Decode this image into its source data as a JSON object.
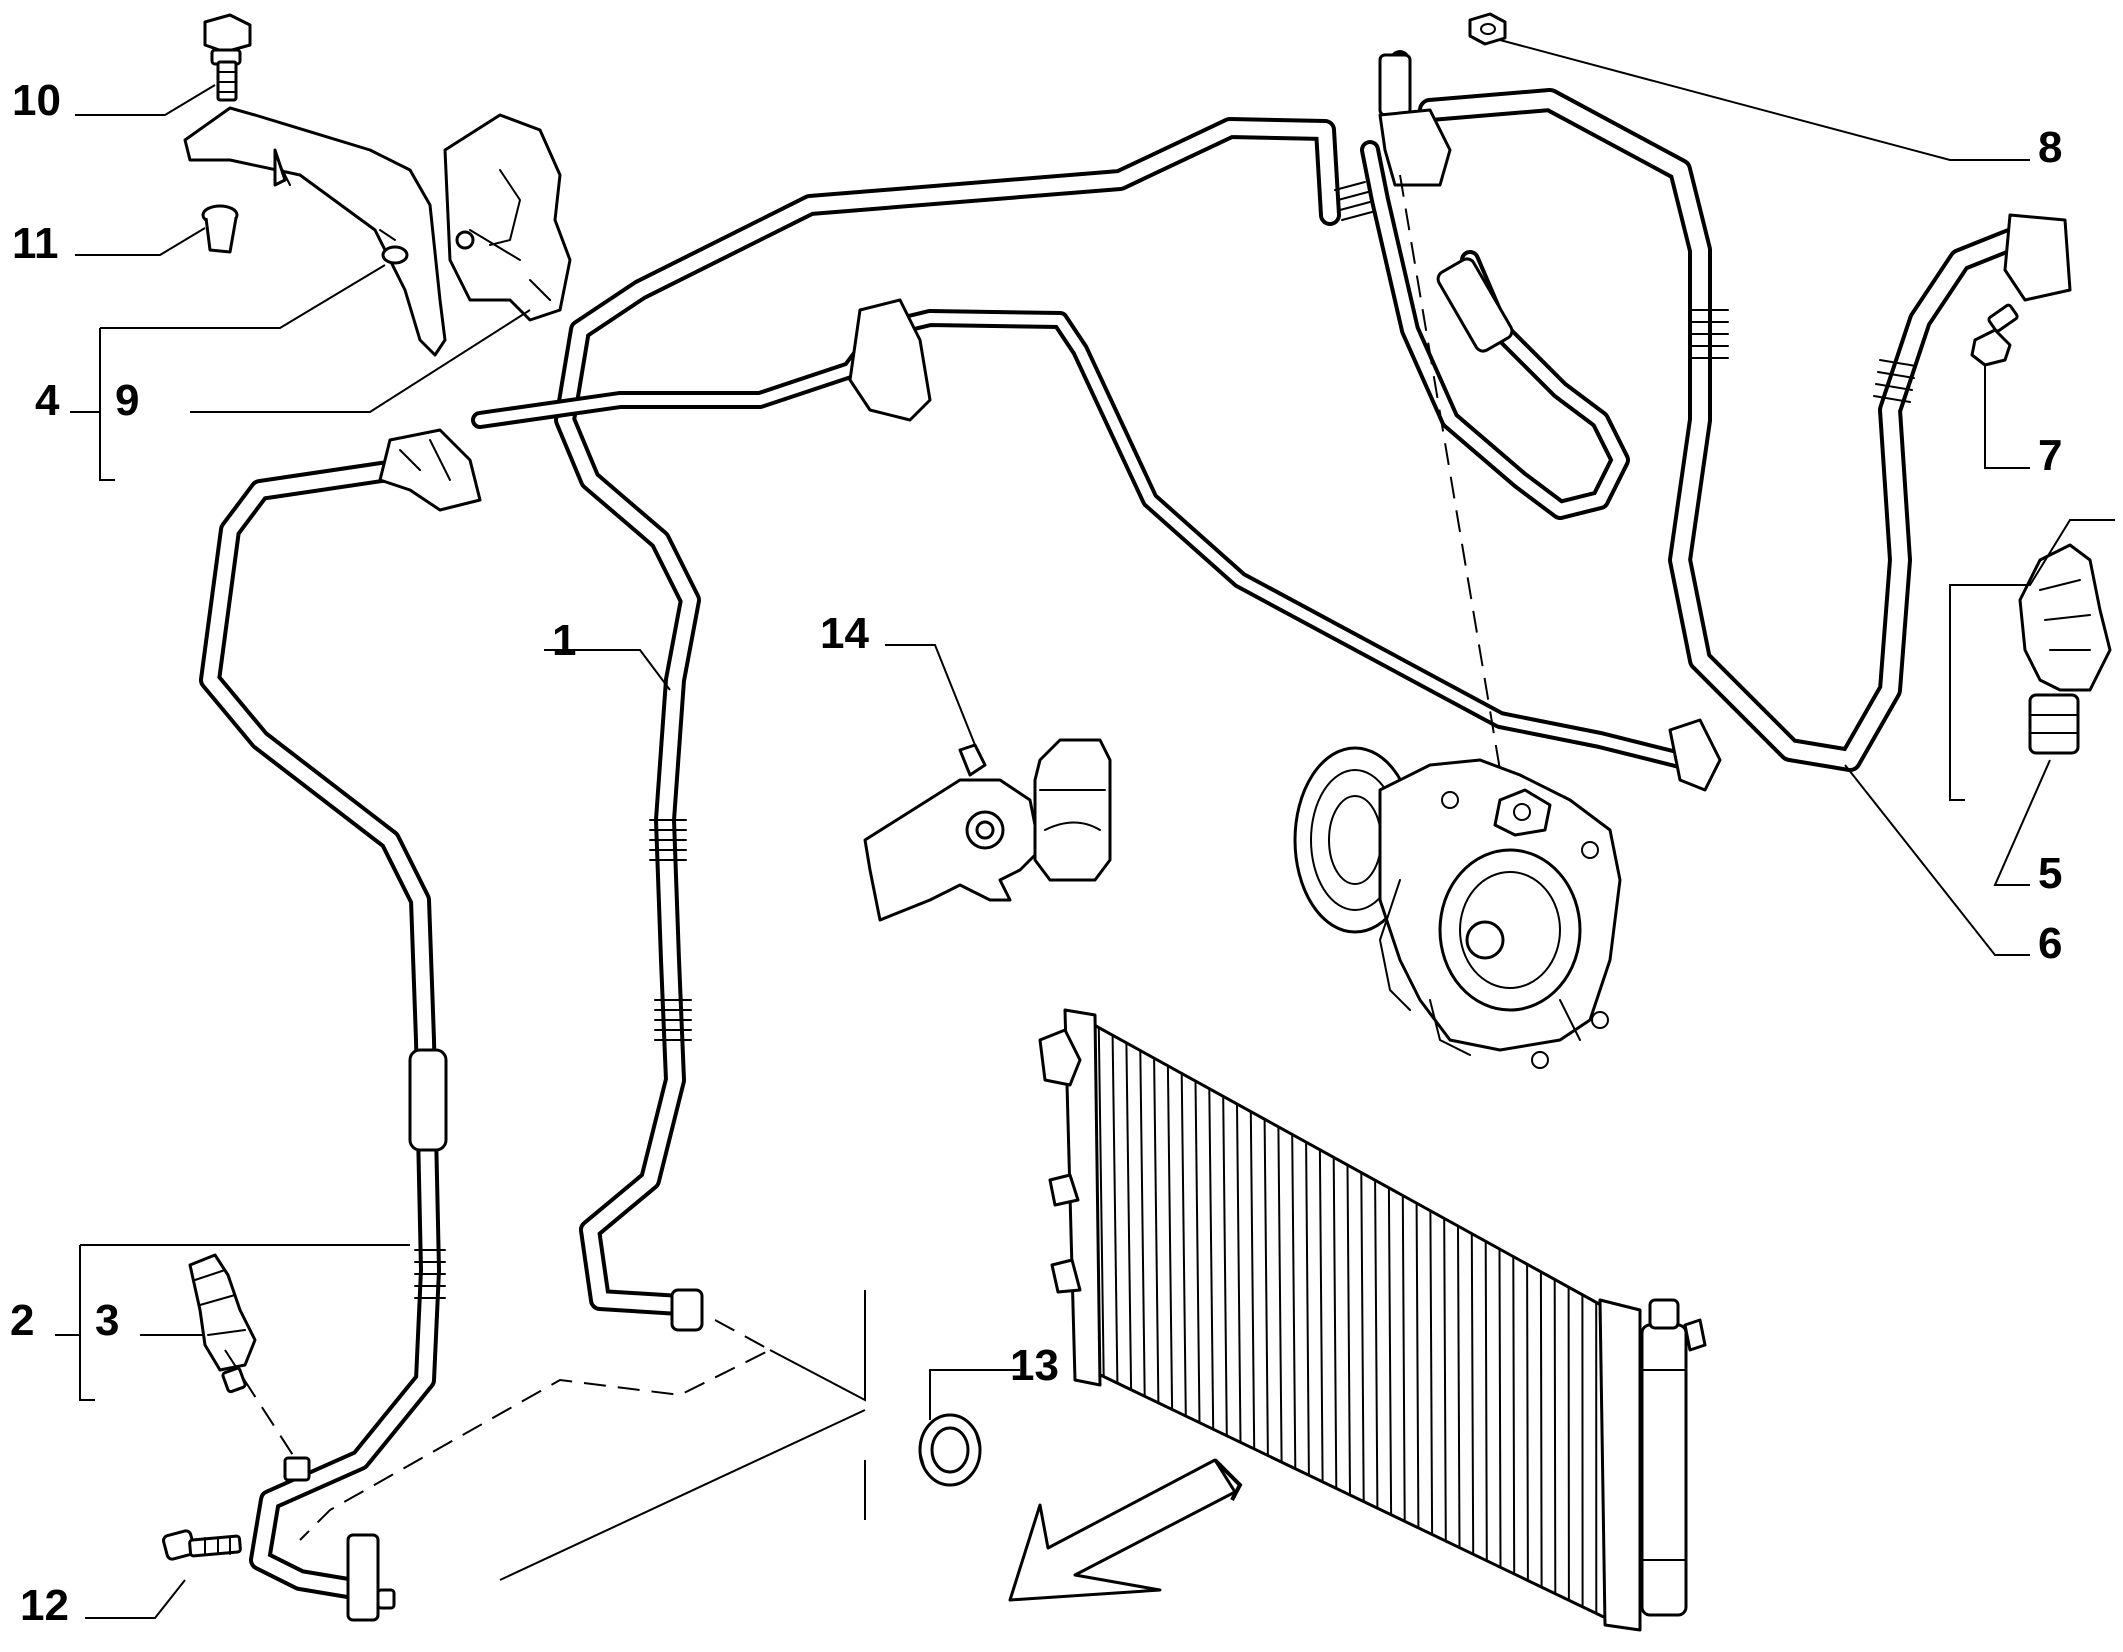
{
  "diagram": {
    "callouts": [
      {
        "id": "c1",
        "text": "1"
      },
      {
        "id": "c2",
        "text": "2"
      },
      {
        "id": "c3",
        "text": "3"
      },
      {
        "id": "c4",
        "text": "4"
      },
      {
        "id": "c5",
        "text": "5"
      },
      {
        "id": "c6",
        "text": "6"
      },
      {
        "id": "c7",
        "text": "7"
      },
      {
        "id": "c8",
        "text": "8"
      },
      {
        "id": "c9",
        "text": "9"
      },
      {
        "id": "c10",
        "text": "10"
      },
      {
        "id": "c11",
        "text": "11"
      },
      {
        "id": "c12",
        "text": "12"
      },
      {
        "id": "c13",
        "text": "13"
      },
      {
        "id": "c14",
        "text": "14"
      }
    ],
    "colors": {
      "line": "#000000",
      "background": "#ffffff"
    }
  }
}
